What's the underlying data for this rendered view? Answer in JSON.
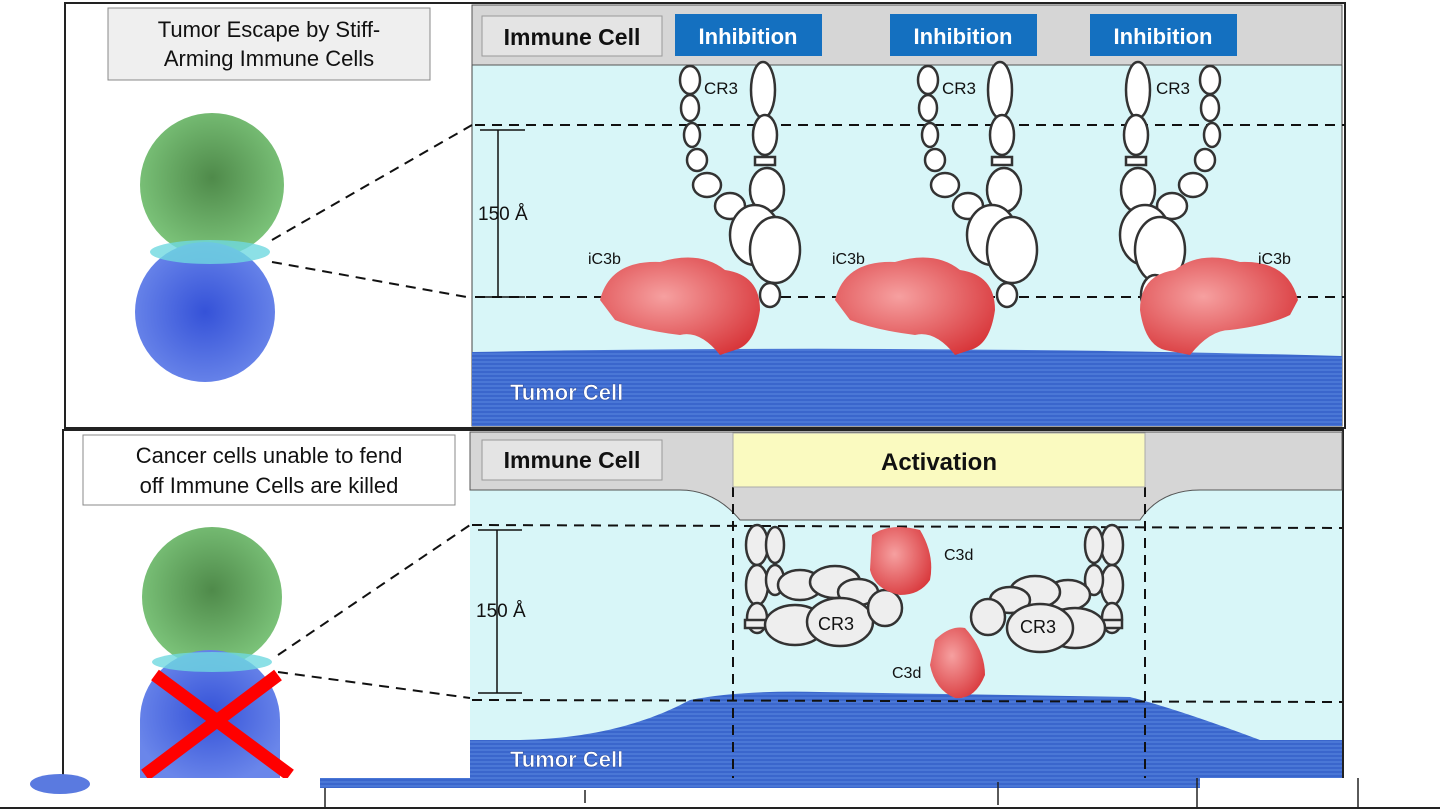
{
  "top_panel": {
    "caption_line1": "Tumor Escape by Stiff-",
    "caption_line2": "Arming Immune Cells",
    "immune_cell_label": "Immune Cell",
    "inhibition_labels": [
      "Inhibition",
      "Inhibition",
      "Inhibition"
    ],
    "cr3_labels": [
      "CR3",
      "CR3",
      "CR3"
    ],
    "ic3b_labels": [
      "iC3b",
      "iC3b",
      "iC3b"
    ],
    "scale_label": "150 Å",
    "tumor_cell_label": "Tumor Cell"
  },
  "bottom_panel": {
    "caption_line1": "Cancer cells unable to fend",
    "caption_line2": "off Immune Cells are killed",
    "immune_cell_label": "Immune Cell",
    "activation_label": "Activation",
    "cr3_labels": [
      "CR3",
      "CR3"
    ],
    "c3d_labels": [
      "C3d",
      "C3d"
    ],
    "scale_label": "150 Å",
    "tumor_cell_label": "Tumor Cell"
  },
  "colors": {
    "inhibition_bg": "#1470c0",
    "activation_bg": "#fafac0",
    "medium": "#d8f6f8",
    "tumor": "#3a6ad0",
    "immune_band": "#d8d8d8",
    "protein_red": "#e04a4a",
    "kill_mark": "#ff0000"
  }
}
